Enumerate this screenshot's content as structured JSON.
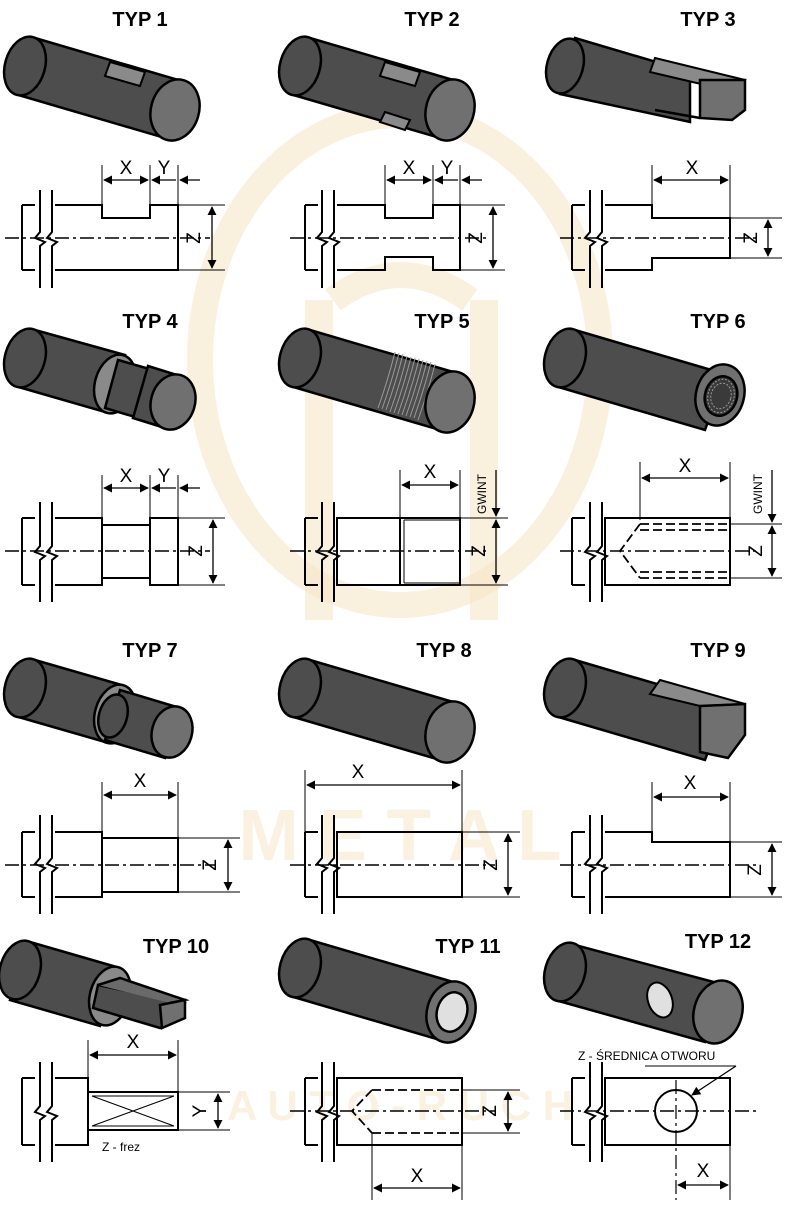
{
  "types": [
    {
      "id": "typ1",
      "title": "TYP 1"
    },
    {
      "id": "typ2",
      "title": "TYP 2"
    },
    {
      "id": "typ3",
      "title": "TYP 3"
    },
    {
      "id": "typ4",
      "title": "TYP 4"
    },
    {
      "id": "typ5",
      "title": "TYP 5"
    },
    {
      "id": "typ6",
      "title": "TYP 6"
    },
    {
      "id": "typ7",
      "title": "TYP 7"
    },
    {
      "id": "typ8",
      "title": "TYP 8"
    },
    {
      "id": "typ9",
      "title": "TYP 9"
    },
    {
      "id": "typ10",
      "title": "TYP 10"
    },
    {
      "id": "typ11",
      "title": "TYP 11"
    },
    {
      "id": "typ12",
      "title": "TYP 12"
    }
  ],
  "labels": {
    "x": "X",
    "y": "Y",
    "z": "Z",
    "gwint": "GWINT",
    "frez": "Z - frez",
    "srednica": "Z - ŚREDNICA OTWORU"
  },
  "watermark": {
    "line1": "M E T A L",
    "line2": "A U T O - R U C H"
  },
  "colors": {
    "shaft": "#4d4d4d",
    "shaft_end": "#707070",
    "line": "#000000",
    "watermark": "#f3dfb8"
  }
}
